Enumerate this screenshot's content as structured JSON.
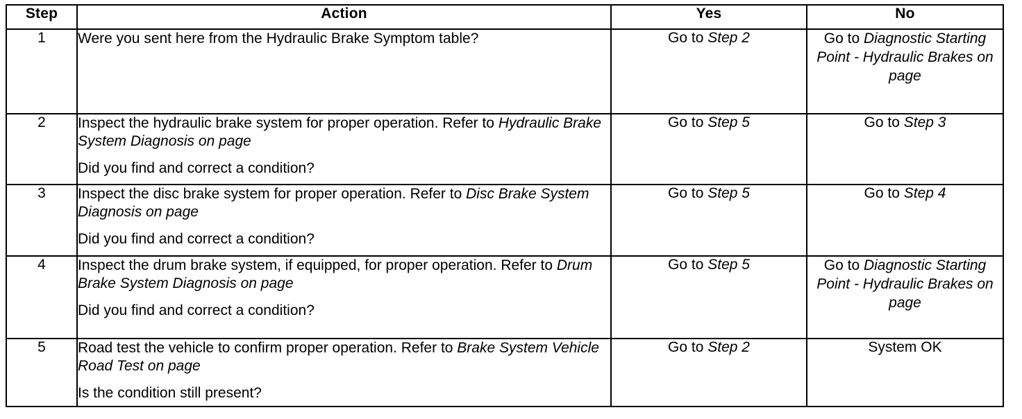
{
  "table": {
    "headers": {
      "step": "Step",
      "action": "Action",
      "yes": "Yes",
      "no": "No"
    },
    "rows": [
      {
        "step": "1",
        "action": {
          "p1_plain": "Were you sent here from the Hydraulic Brake Symptom table?",
          "p1_italic": "",
          "p1_tail": "",
          "p2": ""
        },
        "yes": {
          "prefix": "Go to ",
          "italic": "Step 2",
          "suffix": ""
        },
        "no": {
          "prefix": "Go to ",
          "italic": "Diagnostic Starting Point - Hydraulic Brakes on page",
          "suffix": ""
        },
        "yes_align": "bottom",
        "no_align": "top"
      },
      {
        "step": "2",
        "action": {
          "p1_plain": "Inspect the hydraulic brake system for proper operation. Refer to ",
          "p1_italic": "Hydraulic Brake System Diagnosis on page",
          "p1_tail": "",
          "p2": "Did you find and correct a condition?"
        },
        "yes": {
          "prefix": "Go to ",
          "italic": "Step 5",
          "suffix": ""
        },
        "no": {
          "prefix": "Go to ",
          "italic": "Step 3",
          "suffix": ""
        },
        "yes_align": "bottom",
        "no_align": "bottom"
      },
      {
        "step": "3",
        "action": {
          "p1_plain": "Inspect the disc brake system for proper operation. Refer to ",
          "p1_italic": "Disc Brake System Diagnosis on page",
          "p1_tail": "",
          "p2": "Did you find and correct a condition?"
        },
        "yes": {
          "prefix": "Go to ",
          "italic": "Step 5",
          "suffix": ""
        },
        "no": {
          "prefix": "Go to ",
          "italic": "Step 4",
          "suffix": ""
        },
        "yes_align": "bottom",
        "no_align": "bottom"
      },
      {
        "step": "4",
        "action": {
          "p1_plain": "Inspect the drum brake system, if equipped, for proper operation. Refer to ",
          "p1_italic": "Drum Brake System Diagnosis on page",
          "p1_tail": "",
          "p2": "Did you find and correct a condition?"
        },
        "yes": {
          "prefix": "Go to ",
          "italic": "Step 5",
          "suffix": ""
        },
        "no": {
          "prefix": "Go to ",
          "italic": "Diagnostic Starting Point - Hydraulic Brakes on page",
          "suffix": ""
        },
        "yes_align": "bottom",
        "no_align": "top"
      },
      {
        "step": "5",
        "action": {
          "p1_plain": "Road test the vehicle to confirm proper operation. Refer to ",
          "p1_italic": "Brake System Vehicle Road Test on page",
          "p1_tail": "",
          "p2": "Is the condition still present?"
        },
        "yes": {
          "prefix": "Go to ",
          "italic": "Step 2",
          "suffix": ""
        },
        "no": {
          "prefix": "System OK",
          "italic": "",
          "suffix": ""
        },
        "yes_align": "bottom",
        "no_align": "bottom"
      }
    ]
  }
}
